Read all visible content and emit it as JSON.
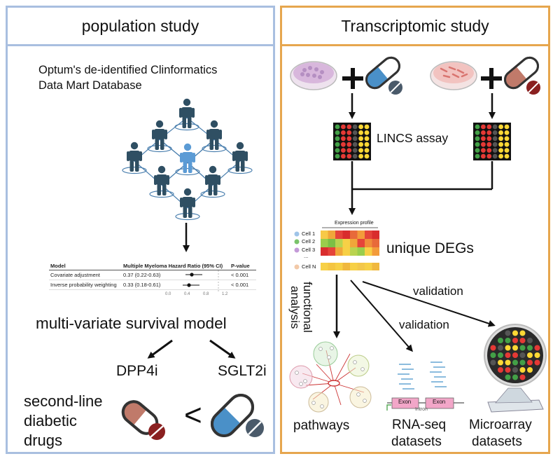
{
  "left_panel": {
    "title": "population study",
    "database_line1": "Optum's de-identified Clinformatics",
    "database_line2": "Data Mart Database",
    "table": {
      "headers": [
        "Model",
        "Multiple Myeloma Hazard Ratio (95% CI)",
        "P-value"
      ],
      "rows": [
        {
          "model": "Covariate adjustment",
          "hr": "0.37 (0.22-0.63)",
          "p": "< 0.001"
        },
        {
          "model": "Inverse probability weighting",
          "hr": "0.33 (0.18-0.61)",
          "p": "< 0.001"
        }
      ],
      "axis_ticks": [
        "0.0",
        "0.4",
        "0.8",
        "1.2"
      ]
    },
    "model_label": "multi-variate survival model",
    "drug1": "DPP4i",
    "drug2": "SGLT2i",
    "drugs_label": [
      "second-line",
      "diabetic",
      "drugs"
    ],
    "less_than": "<"
  },
  "right_panel": {
    "title": "Transcriptomic study",
    "assay_label": "LINCS assay",
    "expression_profile_label": "Expression profile",
    "cells": [
      "Cell 1",
      "Cell 2",
      "Cell 3",
      "...",
      "Cell N"
    ],
    "degs_label": "unique DEGs",
    "functional_analysis": [
      "functional",
      "analysis"
    ],
    "validation1": "validation",
    "validation2": "validation",
    "exon1": "Exon",
    "intron": "Intron",
    "exon2": "Exon",
    "out_pathways": "pathways",
    "out_rnaseq": [
      "RNA-seq",
      "datasets"
    ],
    "out_microarray": [
      "Microarray",
      "datasets"
    ]
  },
  "colors": {
    "left_border": "#a9bfe0",
    "right_border": "#e6a64e",
    "person": "#2f4f63",
    "person_highlight": "#5b9bd5",
    "pill_blue": "#4a90c8",
    "pill_brown": "#c07a6a",
    "pill_cap_dark": "#4a5a6a",
    "pill_cap_red": "#8a2020"
  }
}
